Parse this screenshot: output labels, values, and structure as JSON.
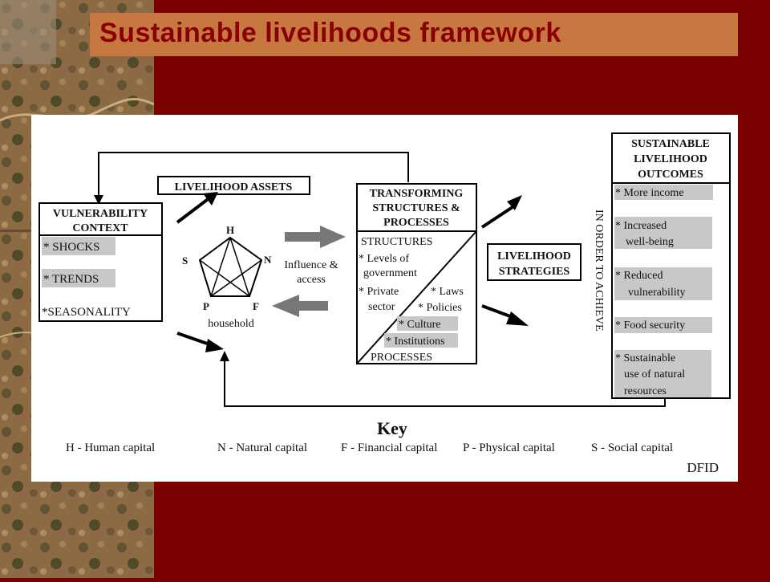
{
  "slide": {
    "title": "Sustainable livelihoods framework"
  },
  "colors": {
    "background": "#7a0000",
    "title_bar": "#c77840",
    "title_text": "#8a0000",
    "highlight": "#c8c8c8"
  },
  "diagram": {
    "vulnerability": {
      "title_1": "VULNERABILITY",
      "title_2": "CONTEXT",
      "items": [
        "* SHOCKS",
        "* TRENDS",
        "*SEASONALITY"
      ]
    },
    "assets": {
      "title": "LIVELIHOOD ASSETS",
      "pentagon": {
        "h": "H",
        "n": "N",
        "f": "F",
        "p": "P",
        "s": "S"
      },
      "household": "household"
    },
    "influence": {
      "line_1": "Influence &",
      "line_2": "access"
    },
    "transforming": {
      "title_1": "TRANSFORMING",
      "title_2": "STRUCTURES &",
      "title_3": "PROCESSES",
      "structures": "STRUCTURES",
      "levels_1": "* Levels of",
      "levels_2": "government",
      "private_1": "* Private",
      "private_2": "sector",
      "laws": "* Laws",
      "policies": "* Policies",
      "culture": "* Culture",
      "institutions": "* Institutions",
      "processes": "PROCESSES"
    },
    "strategies": {
      "line_1": "LIVELIHOOD",
      "line_2": "STRATEGIES"
    },
    "vertical_text": "IN ORDER TO ACHIEVE",
    "outcomes": {
      "title_1": "SUSTAINABLE",
      "title_2": "LIVELIHOOD",
      "title_3": "OUTCOMES",
      "o1": "* More income",
      "o2a": "* Increased",
      "o2b": "well-being",
      "o3a": "*  Reduced",
      "o3b": "vulnerability",
      "o4": "* Food security",
      "o5a": "* Sustainable",
      "o5b": "use of natural",
      "o5c": "resources"
    },
    "key": {
      "title": "Key",
      "items": [
        "H - Human capital",
        "N - Natural capital",
        "F - Financial capital",
        "P - Physical capital",
        "S - Social capital"
      ]
    },
    "source": "DFID"
  }
}
